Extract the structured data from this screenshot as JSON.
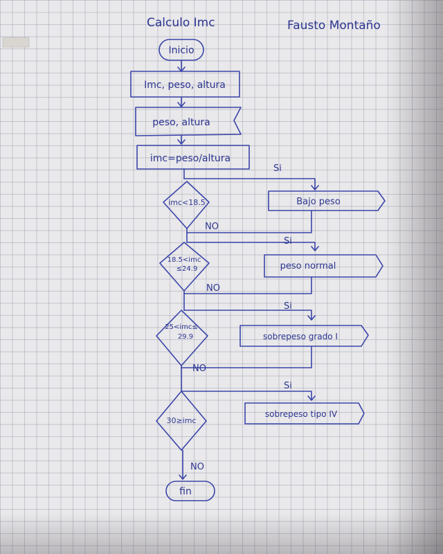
{
  "header": {
    "title": "Calculo Imc",
    "author": "Fausto Montaño"
  },
  "flow": {
    "start": "Inicio",
    "declare": "Imc, peso, altura",
    "input": "peso, altura",
    "process": "imc=peso/altura",
    "cond1": "imc<18.5",
    "out1": "Bajo peso",
    "cond2_line1": "18.5<imc",
    "cond2_line2": "≤24.9",
    "out2": "peso normal",
    "cond3_line1": "25<imc≤",
    "cond3_line2": "29.9",
    "out3": "sobrepeso grado I",
    "cond4": "30≥imc",
    "out4": "sobrepeso tipo IV",
    "end": "fin"
  },
  "branches": {
    "yes": "Si",
    "no": "NO"
  },
  "colors": {
    "ink": "#3a45a8",
    "paper": "#e9e8ea",
    "grid": "#969baf"
  }
}
